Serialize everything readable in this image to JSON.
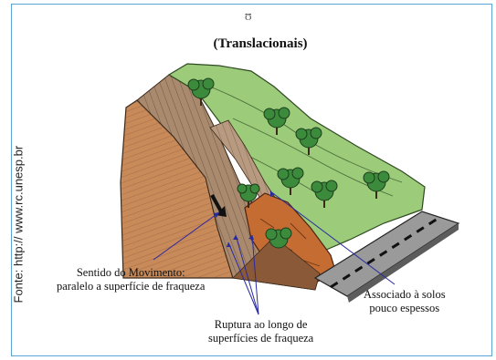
{
  "figure": {
    "title": "(Translacionais)",
    "top_mark": "Ʊ",
    "source": "Fonte: http:// www.rc.unesp.br"
  },
  "labels": {
    "movement_line1": "Sentido do Movimento:",
    "movement_line2": "paralelo a superfície de fraqueza",
    "associated_line1": "Associado à solos",
    "associated_line2": "pouco espessos",
    "rupture_line1": "Ruptura ao longo de",
    "rupture_line2": "superfícies de fraqueza"
  },
  "colors": {
    "vegetation": "#9ccc7a",
    "rock": "#c98a5a",
    "soil_mass": "#c56c33",
    "road": "#9a9a9a",
    "pointer_lines": "#2a2aa0"
  }
}
